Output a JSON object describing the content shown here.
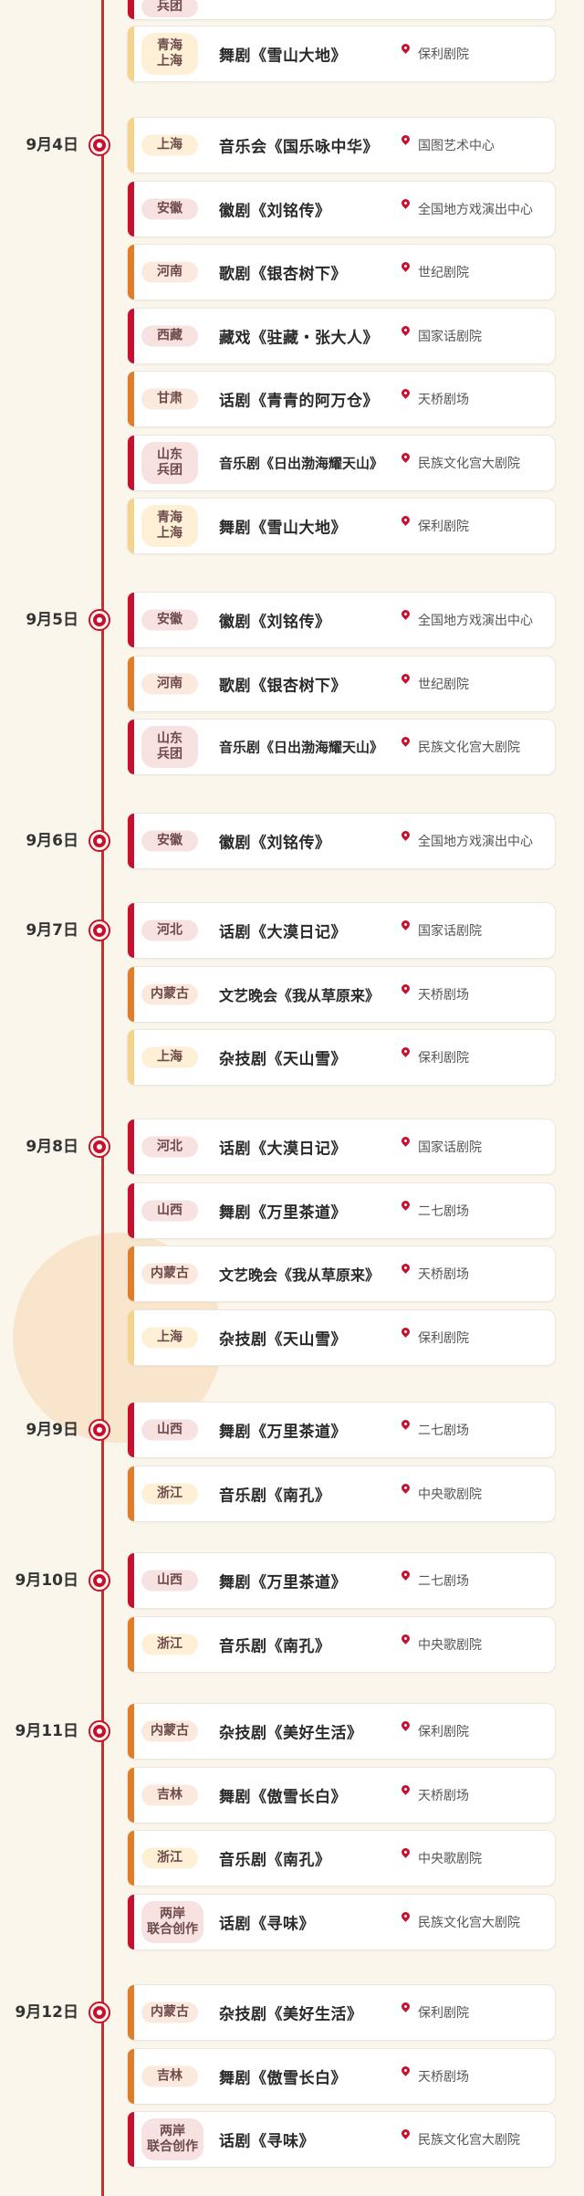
{
  "colors": {
    "accent": "#c8102e",
    "orange": "#e07c2a",
    "yellow": "#f5d38a",
    "background": "#fbf6ec"
  },
  "icons": {
    "dot": "timeline-dot-icon",
    "pin": "location-pin-icon"
  },
  "top_partial": {
    "region": "兵团",
    "title": "舞剧《雪山大地》",
    "venue": "保利剧院",
    "region_top": "青海",
    "region_bottom": "上海"
  },
  "dates": [
    {
      "label": "9月4日",
      "events": [
        {
          "region": "上海",
          "title": "音乐会《国乐咏中华》",
          "venue": "国图艺术中心"
        },
        {
          "region": "安徽",
          "title": "徽剧《刘铭传》",
          "venue": "全国地方戏演出中心"
        },
        {
          "region": "河南",
          "title": "歌剧《银杏树下》",
          "venue": "世纪剧院"
        },
        {
          "region": "西藏",
          "title": "藏戏《驻藏・张大人》",
          "venue": "国家话剧院"
        },
        {
          "region": "甘肃",
          "title": "话剧《青青的阿万仓》",
          "venue": "天桥剧场"
        },
        {
          "region": "山东 兵团",
          "title": "音乐剧《日出渤海耀天山》",
          "venue": "民族文化宫大剧院"
        },
        {
          "region": "青海 上海",
          "title": "舞剧《雪山大地》",
          "venue": "保利剧院"
        }
      ]
    },
    {
      "label": "9月5日",
      "events": [
        {
          "region": "安徽",
          "title": "徽剧《刘铭传》",
          "venue": "全国地方戏演出中心"
        },
        {
          "region": "河南",
          "title": "歌剧《银杏树下》",
          "venue": "世纪剧院"
        },
        {
          "region": "山东 兵团",
          "title": "音乐剧《日出渤海耀天山》",
          "venue": "民族文化宫大剧院"
        }
      ]
    },
    {
      "label": "9月6日",
      "events": [
        {
          "region": "安徽",
          "title": "徽剧《刘铭传》",
          "venue": "全国地方戏演出中心"
        }
      ]
    },
    {
      "label": "9月7日",
      "events": [
        {
          "region": "河北",
          "title": "话剧《大漠日记》",
          "venue": "国家话剧院"
        },
        {
          "region": "内蒙古",
          "title": "文艺晚会《我从草原来》",
          "venue": "天桥剧场"
        },
        {
          "region": "上海",
          "title": "杂技剧《天山雪》",
          "venue": "保利剧院"
        }
      ]
    },
    {
      "label": "9月8日",
      "events": [
        {
          "region": "河北",
          "title": "话剧《大漠日记》",
          "venue": "国家话剧院"
        },
        {
          "region": "山西",
          "title": "舞剧《万里茶道》",
          "venue": "二七剧场"
        },
        {
          "region": "内蒙古",
          "title": "文艺晚会《我从草原来》",
          "venue": "天桥剧场"
        },
        {
          "region": "上海",
          "title": "杂技剧《天山雪》",
          "venue": "保利剧院"
        }
      ]
    },
    {
      "label": "9月9日",
      "events": [
        {
          "region": "山西",
          "title": "舞剧《万里茶道》",
          "venue": "二七剧场"
        },
        {
          "region": "浙江",
          "title": "音乐剧《南孔》",
          "venue": "中央歌剧院"
        }
      ]
    },
    {
      "label": "9月10日",
      "events": [
        {
          "region": "山西",
          "title": "舞剧《万里茶道》",
          "venue": "二七剧场"
        },
        {
          "region": "浙江",
          "title": "音乐剧《南孔》",
          "venue": "中央歌剧院"
        }
      ]
    },
    {
      "label": "9月11日",
      "events": [
        {
          "region": "内蒙古",
          "title": "杂技剧《美好生活》",
          "venue": "保利剧院"
        },
        {
          "region": "吉林",
          "title": "舞剧《傲雪长白》",
          "venue": "天桥剧场"
        },
        {
          "region": "浙江",
          "title": "音乐剧《南孔》",
          "venue": "中央歌剧院"
        },
        {
          "region": "两岸 联合创作",
          "title": "话剧《寻味》",
          "venue": "民族文化宫大剧院"
        }
      ]
    },
    {
      "label": "9月12日",
      "events": [
        {
          "region": "内蒙古",
          "title": "杂技剧《美好生活》",
          "venue": "保利剧院"
        },
        {
          "region": "吉林",
          "title": "舞剧《傲雪长白》",
          "venue": "天桥剧场"
        },
        {
          "region": "两岸 联合创作",
          "title": "话剧《寻味》",
          "venue": "民族文化宫大剧院"
        }
      ]
    }
  ]
}
